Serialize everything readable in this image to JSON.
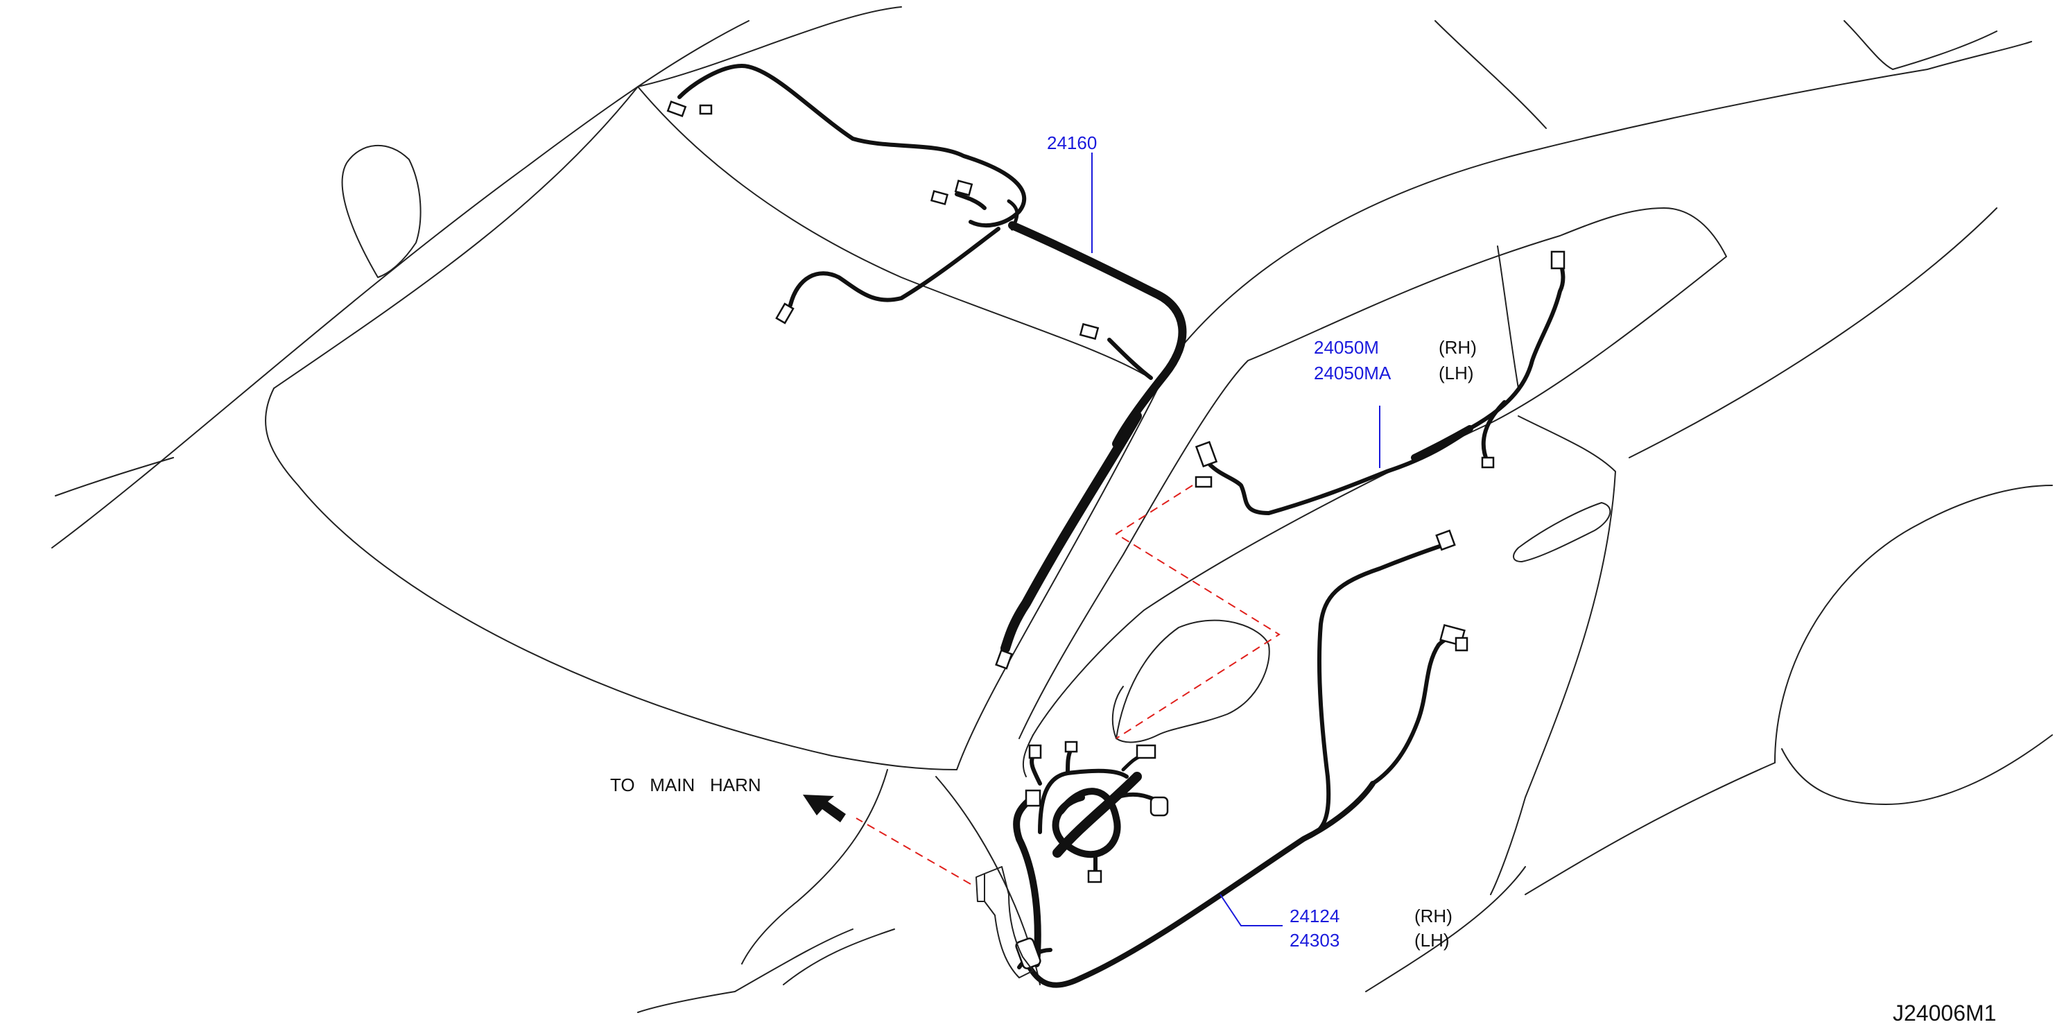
{
  "callouts": {
    "roof_harness": "24160",
    "rear_harness_rh": "24050M",
    "rear_harness_lh": "24050MA",
    "rear_side_rh": "(RH)",
    "rear_side_lh": "(LH)",
    "door_harness_rh": "24124",
    "door_harness_lh": "24303",
    "door_side_rh": "(RH)",
    "door_side_lh": "(LH)"
  },
  "note": "TO   MAIN   HARN",
  "drawing_id": "J24006M1",
  "colors": {
    "callout": "#1a1adc",
    "leader_dash": "#e0201c",
    "line": "#111111"
  }
}
